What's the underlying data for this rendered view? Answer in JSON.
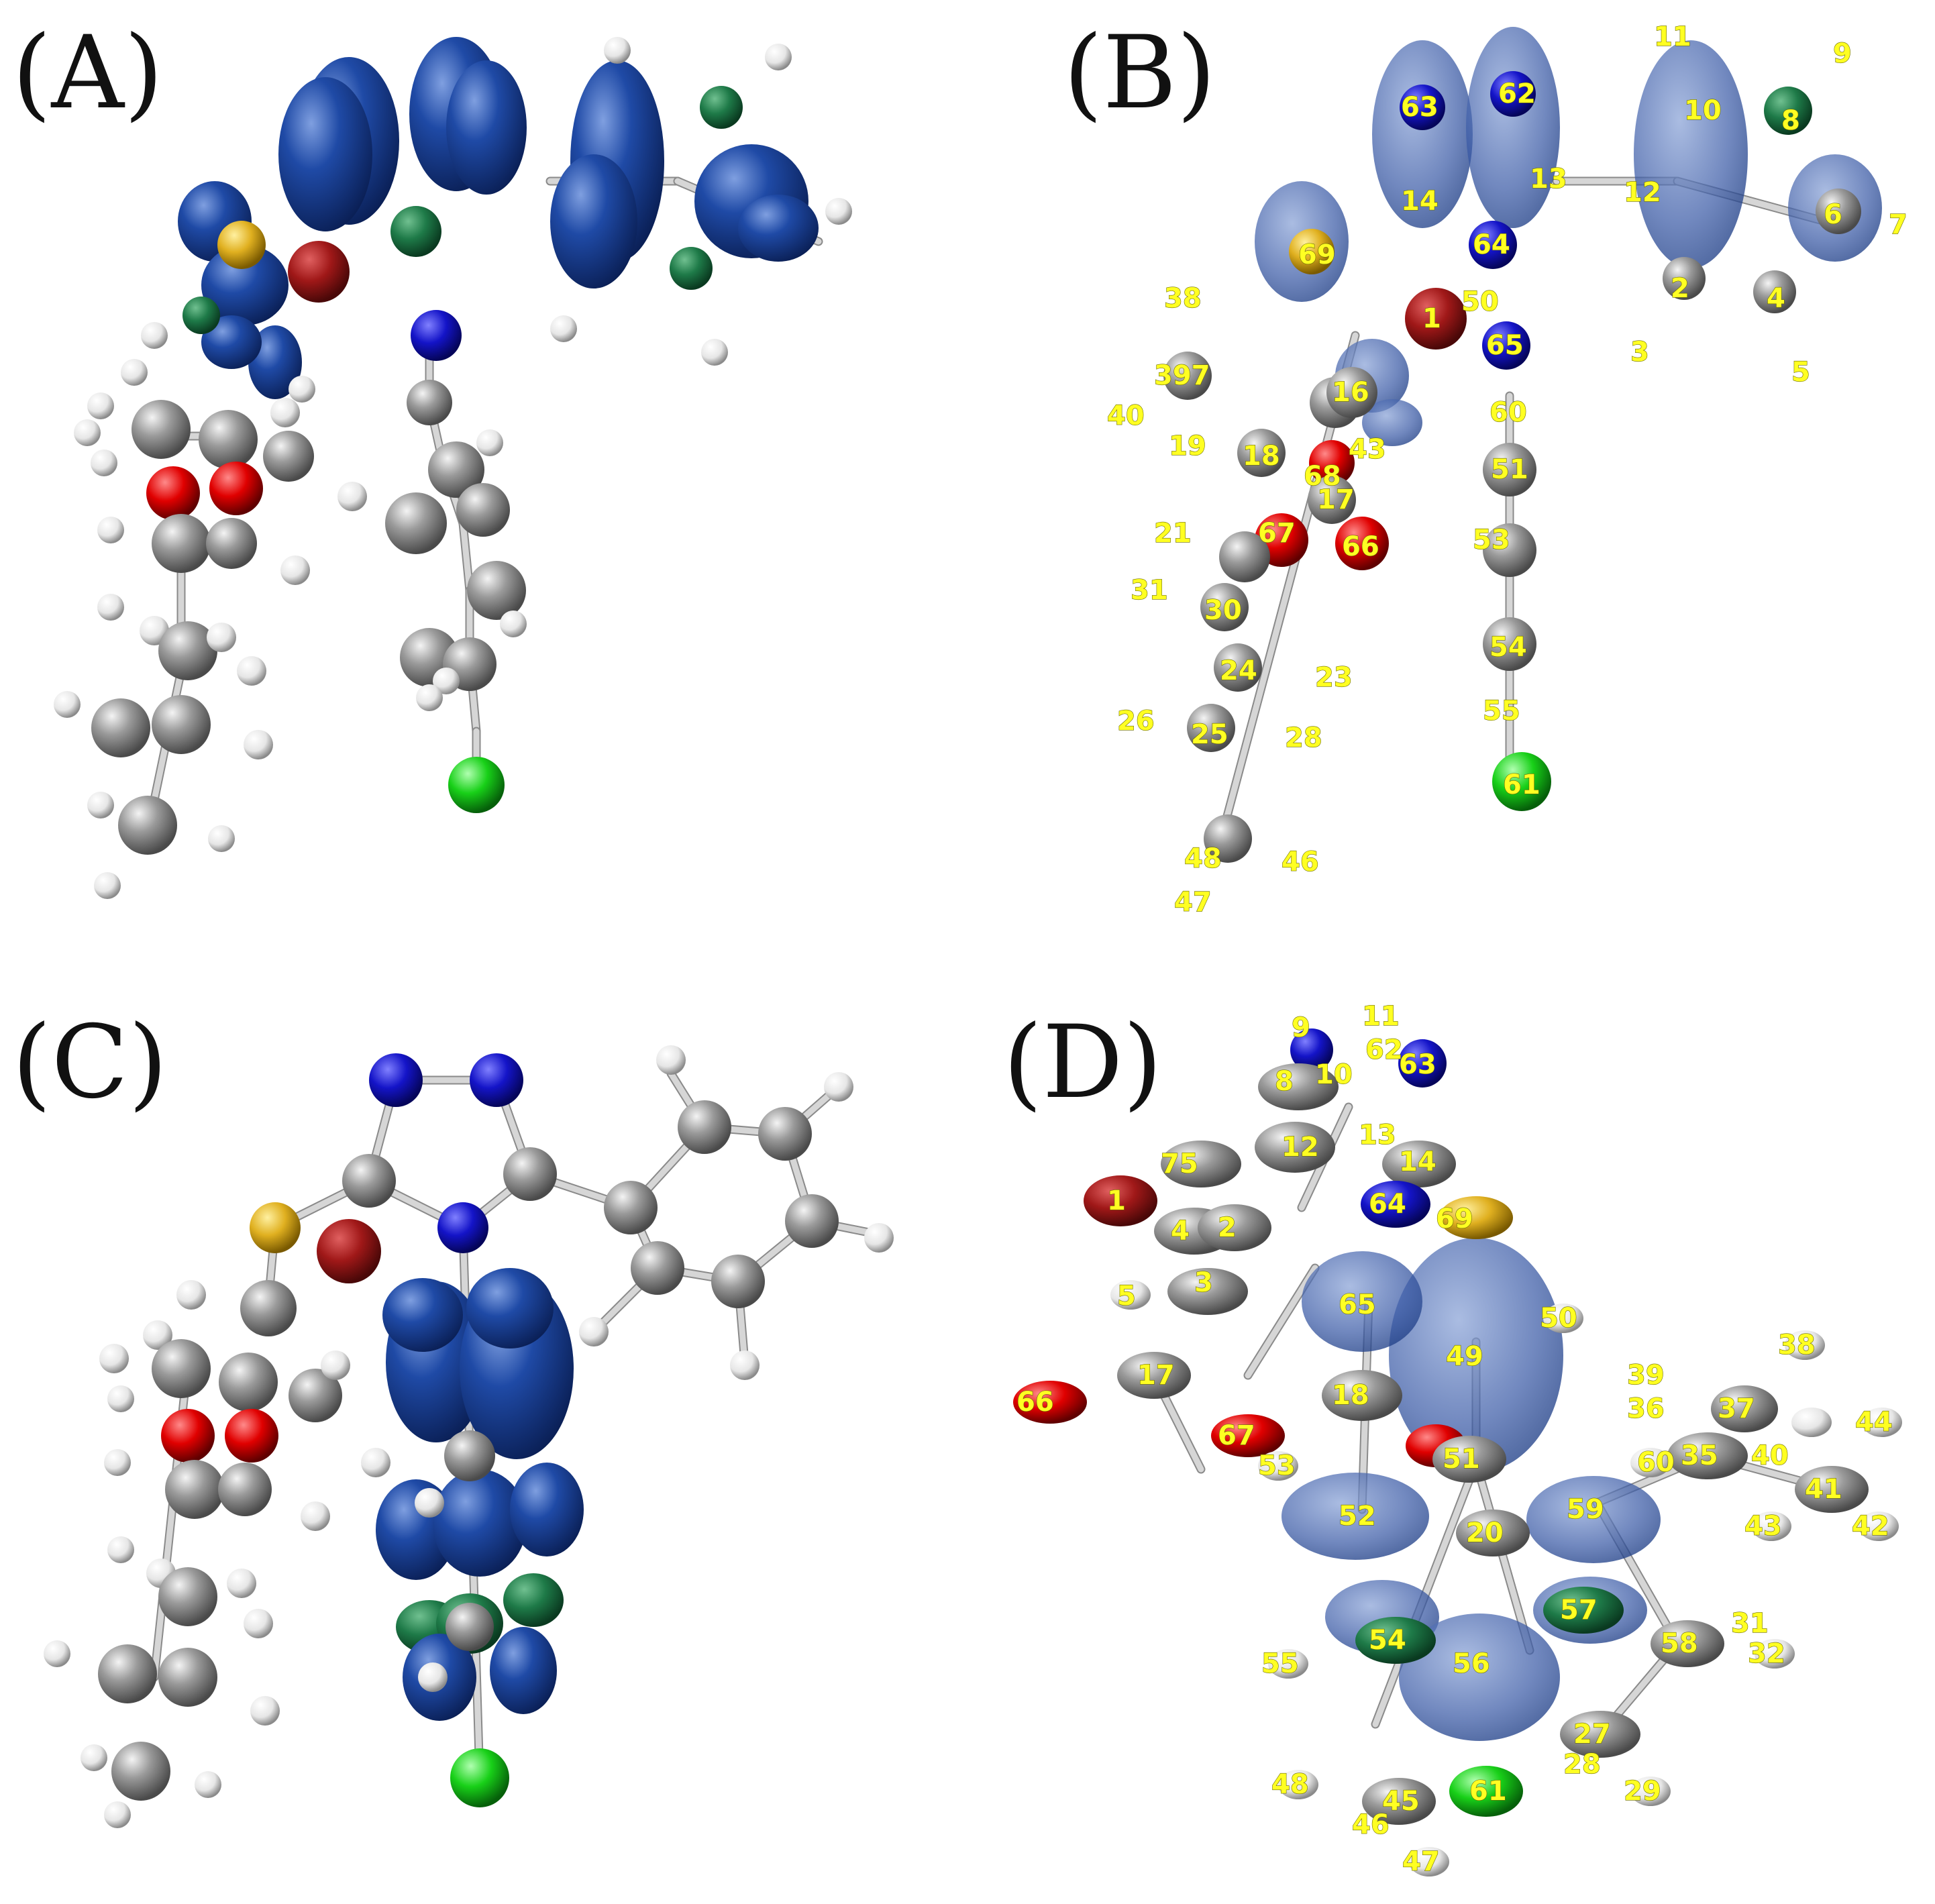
{
  "panels": [
    {
      "id": "A",
      "label": "(A)"
    },
    {
      "id": "B",
      "label": "(B)"
    },
    {
      "id": "C",
      "label": "(C)"
    },
    {
      "id": "D",
      "label": "(D)"
    }
  ],
  "colors": {
    "carbon": "#8e8e8e",
    "hydrogen": "#f2f2f2",
    "nitrogen": "#1414c8",
    "oxygen": "#e00000",
    "oxygen_dark": "#a01818",
    "sulfur": "#e0b020",
    "chlorine": "#18d018",
    "n_green": "#1e7a48",
    "orbital": "#1b3f91",
    "orbital_translucent": "#3a5aa6",
    "label_yellow": "#ffff22"
  },
  "panel_b_labels": [
    "63",
    "62",
    "11",
    "9",
    "10",
    "8",
    "14",
    "13",
    "12",
    "6",
    "7",
    "69",
    "64",
    "38",
    "1",
    "50",
    "2",
    "4",
    "65",
    "3",
    "5",
    "397",
    "16",
    "40",
    "60",
    "19",
    "18",
    "43",
    "51",
    "68",
    "17",
    "21",
    "67",
    "66",
    "53",
    "31",
    "30",
    "24",
    "23",
    "26",
    "25",
    "28",
    "54",
    "55",
    "61",
    "48",
    "46",
    "47"
  ],
  "panel_d_labels": [
    "9",
    "11",
    "62",
    "63",
    "8",
    "10",
    "12",
    "13",
    "14",
    "75",
    "1",
    "64",
    "69",
    "4",
    "2",
    "5",
    "3",
    "65",
    "50",
    "49",
    "17",
    "66",
    "67",
    "18",
    "38",
    "39",
    "36",
    "37",
    "44",
    "60",
    "35",
    "40",
    "41",
    "51",
    "53",
    "52",
    "20",
    "59",
    "42",
    "43",
    "54",
    "57",
    "55",
    "58",
    "31",
    "32",
    "56",
    "27",
    "28",
    "61",
    "29",
    "48",
    "45",
    "46",
    "47"
  ]
}
